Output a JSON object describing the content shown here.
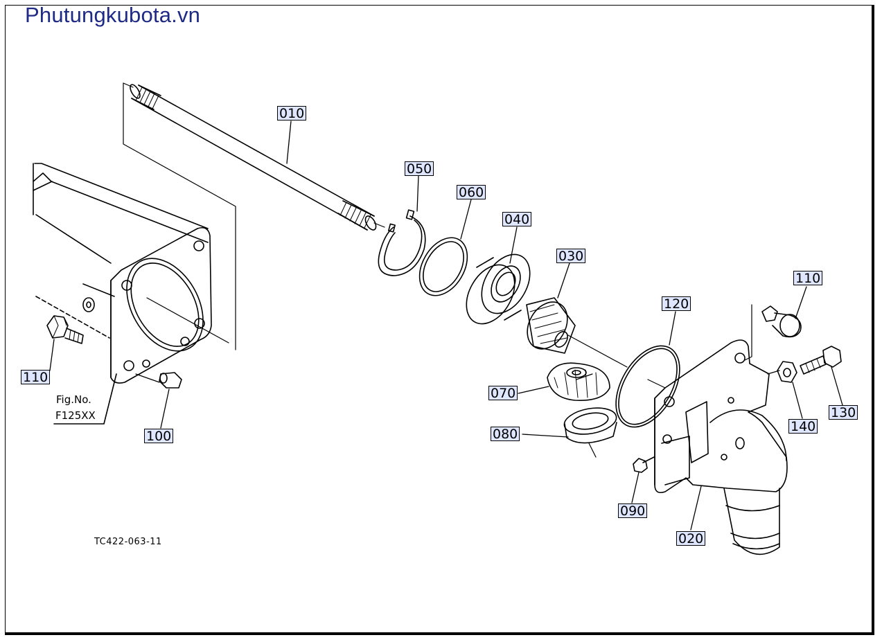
{
  "watermark": "Phutungkubota.vn",
  "figure_ref": {
    "label": "Fig.No.",
    "code": "F125XX"
  },
  "drawing_number": "TC422-063-11",
  "callouts": [
    {
      "id": "c-010",
      "label": "010"
    },
    {
      "id": "c-050",
      "label": "050"
    },
    {
      "id": "c-060",
      "label": "060"
    },
    {
      "id": "c-040",
      "label": "040"
    },
    {
      "id": "c-030",
      "label": "030"
    },
    {
      "id": "c-110a",
      "label": "110"
    },
    {
      "id": "c-120",
      "label": "120"
    },
    {
      "id": "c-110b",
      "label": "110"
    },
    {
      "id": "c-070",
      "label": "070"
    },
    {
      "id": "c-080",
      "label": "080"
    },
    {
      "id": "c-140",
      "label": "140"
    },
    {
      "id": "c-130",
      "label": "130"
    },
    {
      "id": "c-100",
      "label": "100"
    },
    {
      "id": "c-090",
      "label": "090"
    },
    {
      "id": "c-020",
      "label": "020"
    }
  ],
  "colors": {
    "watermark": "#1f2a86",
    "callout_fill": "#dfe6ff",
    "line": "#000000"
  }
}
